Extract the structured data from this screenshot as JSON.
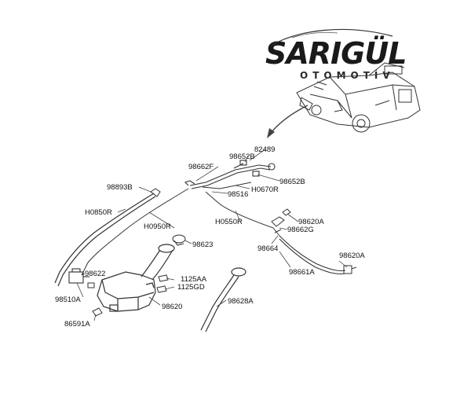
{
  "logo": {
    "name": "SARIGÜL",
    "subtitle": "OTOMOTİV"
  },
  "part_labels": {
    "p82489": "82489",
    "p98652B_a": "98652B",
    "p98652B_b": "98652B",
    "p98662F": "98662F",
    "pH0670R": "H0670R",
    "p98893B": "98893B",
    "p98516": "98516",
    "pH0850R": "H0850R",
    "pH0550R": "H0550R",
    "p98620A_a": "98620A",
    "p98662G": "98662G",
    "pH0950R": "H0950R",
    "p98623": "98623",
    "p98664": "98664",
    "p98620A_b": "98620A",
    "p98622": "98622",
    "p98661A": "98661A",
    "p1125AA": "1125AA",
    "p1125GD": "1125GD",
    "p98510A": "98510A",
    "p98628A": "98628A",
    "p98620": "98620",
    "p86591A": "86591A"
  }
}
